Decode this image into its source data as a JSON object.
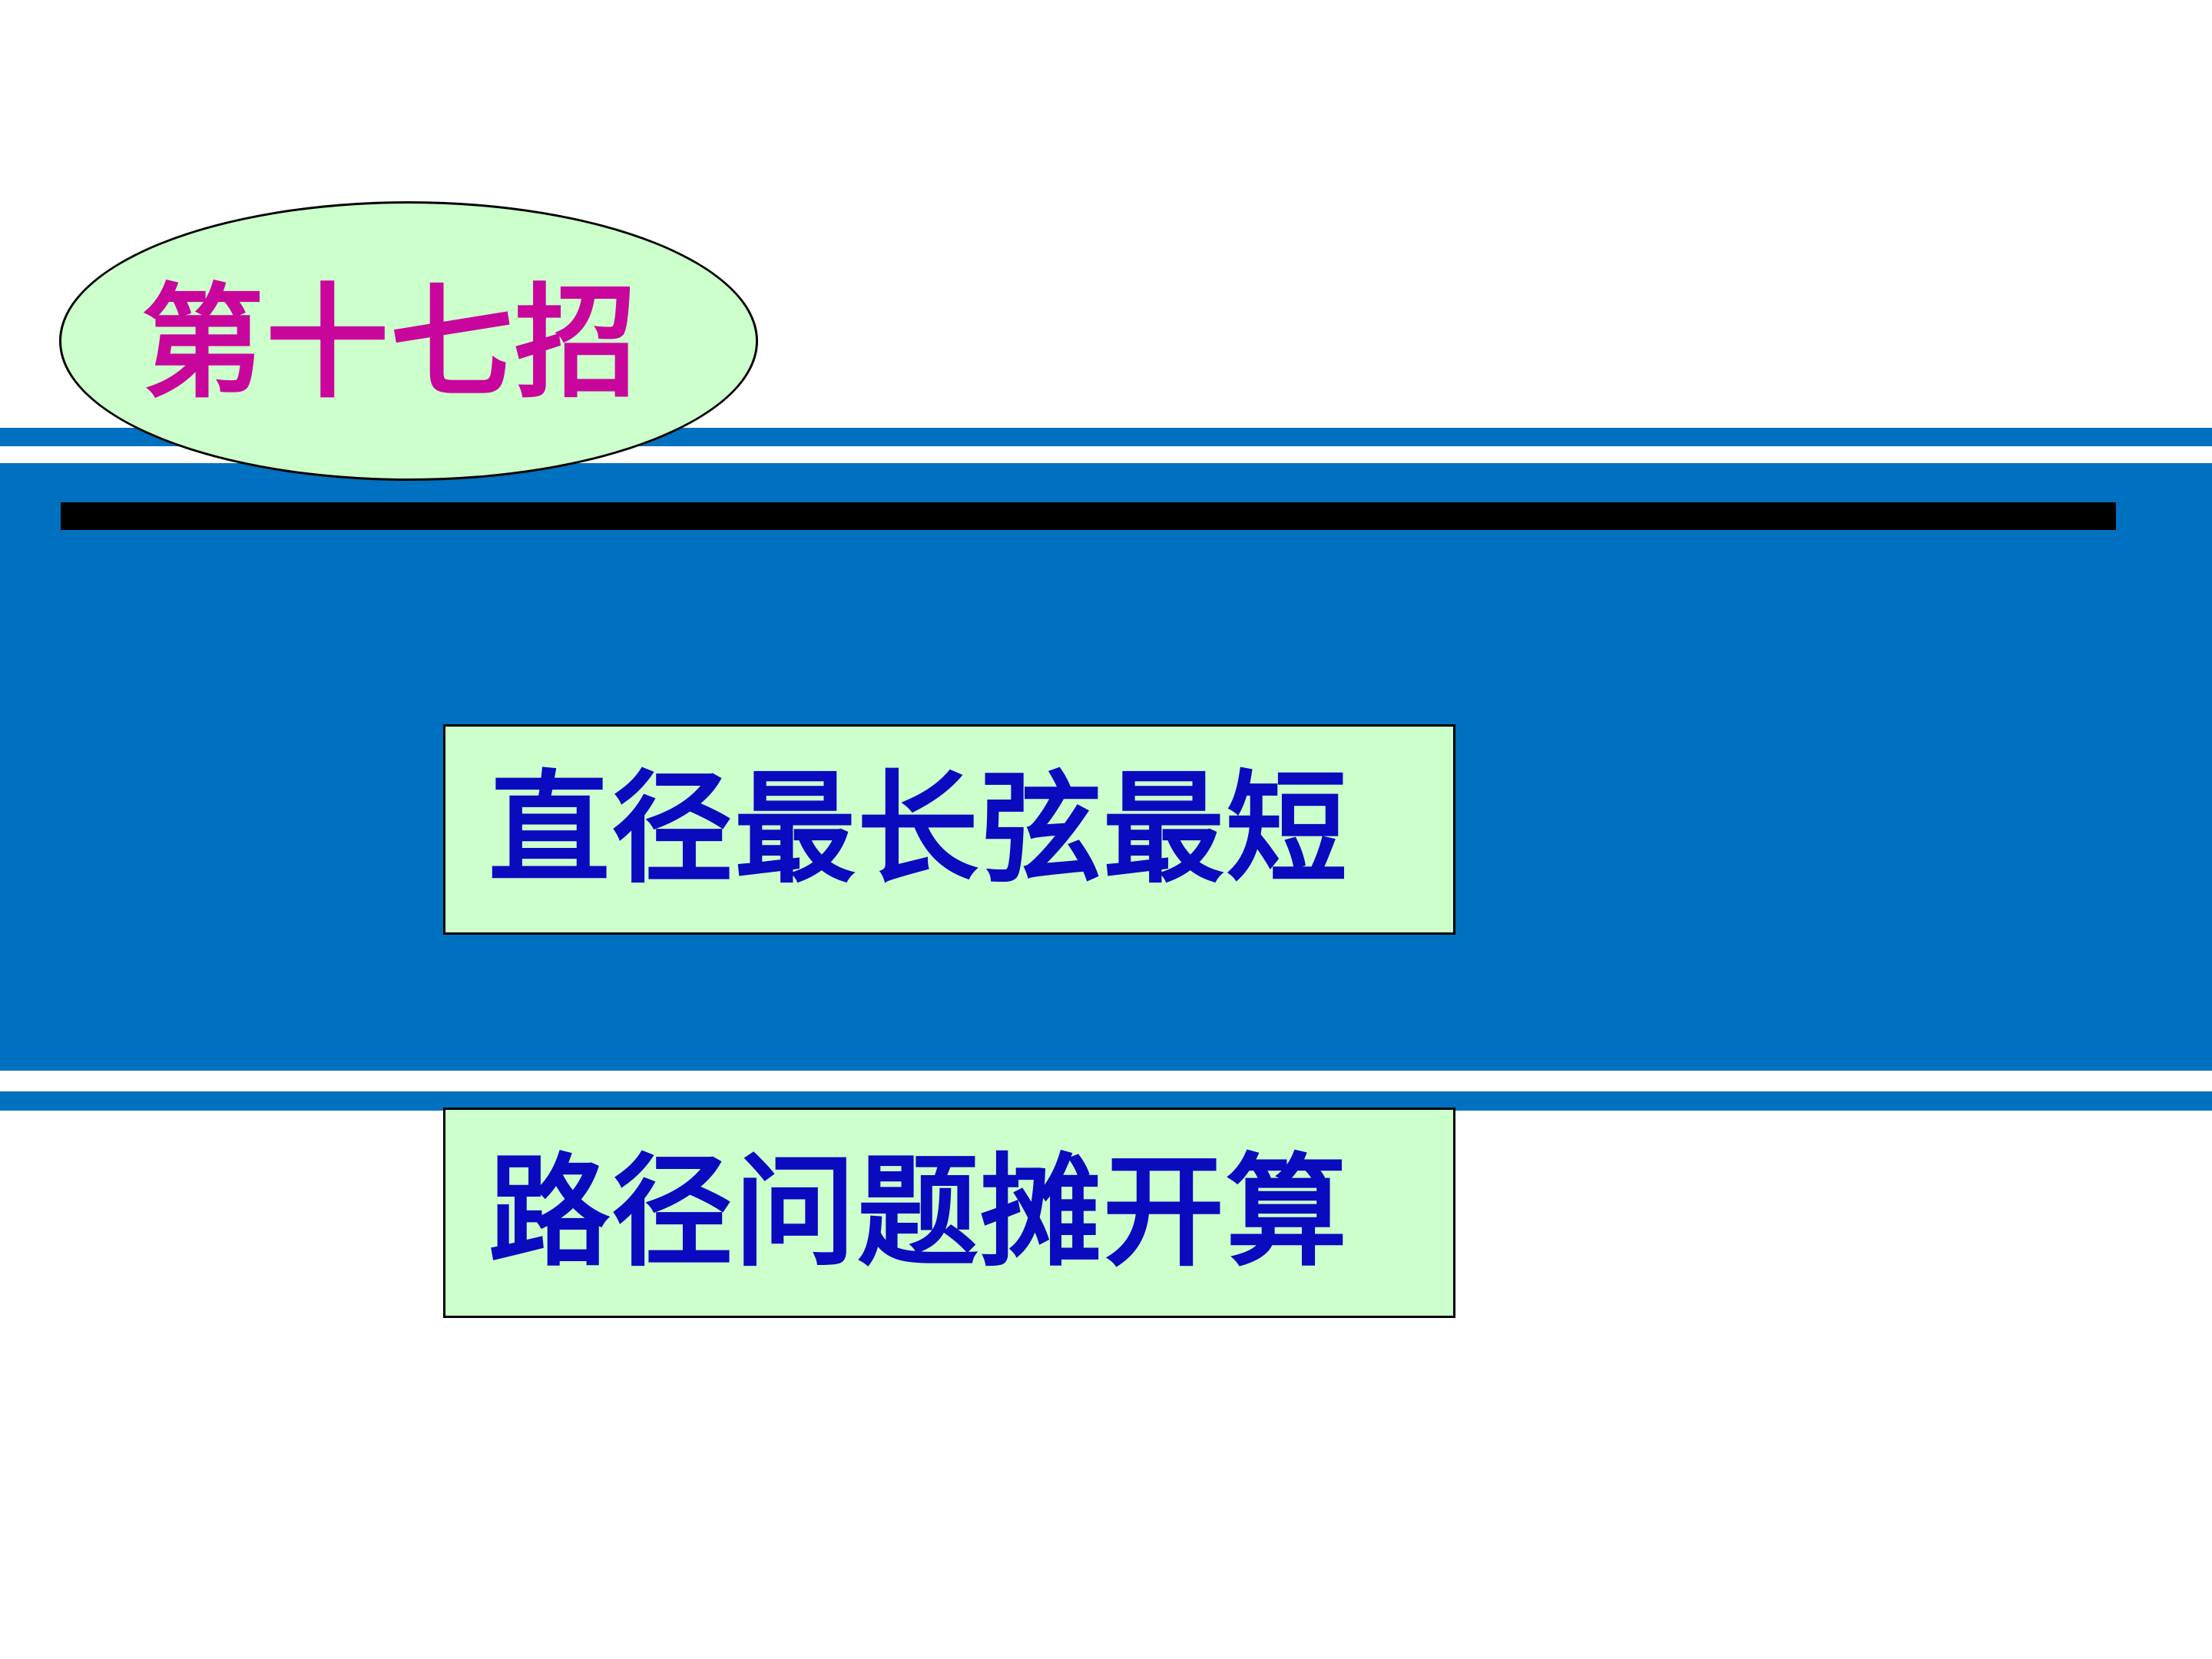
{
  "slide": {
    "title": "第十七招",
    "boxes": [
      {
        "text": "直径最长弦最短"
      },
      {
        "text": "路径问题摊开算"
      }
    ]
  },
  "colors": {
    "band_blue": "#0070C0",
    "shape_fill": "#CCFFCC",
    "title_text": "#C8069C",
    "box_text": "#0A0ABE",
    "bar_black": "#000000",
    "background": "#FFFFFF"
  }
}
